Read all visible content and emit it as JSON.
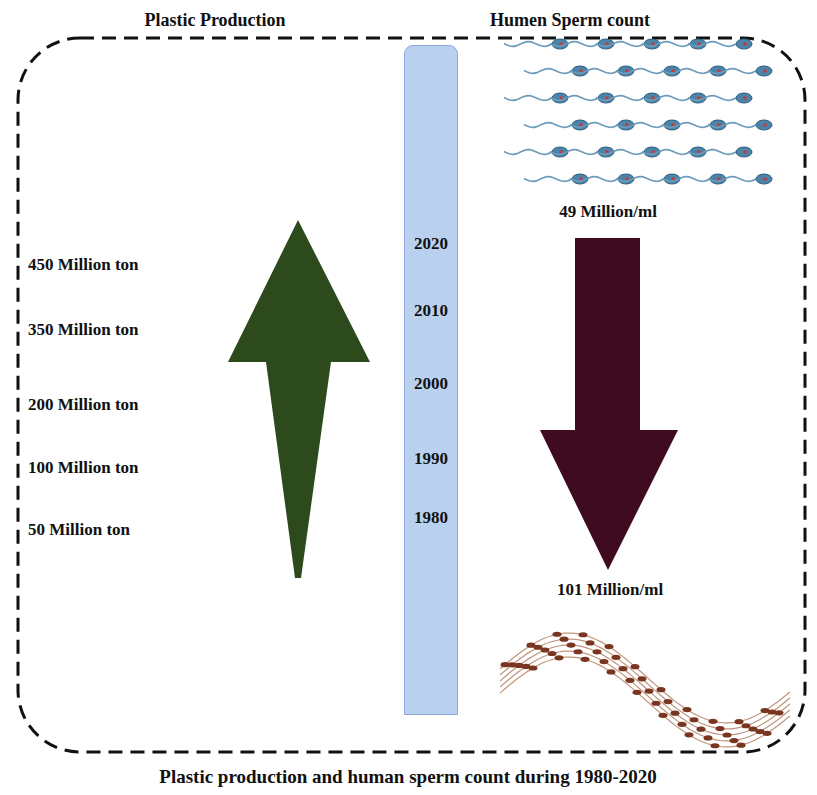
{
  "diagram": {
    "caption": "Plastic production and human sperm count during 1980-2020",
    "nodes": [
      {
        "text": [
          "2020",
          "2010",
          "2000",
          "1990",
          "1980"
        ]
      }
    ],
    "labels": [
      "Plastic Production",
      "Humen Sperm count",
      "450 Million ton",
      "350 Million ton",
      "200 Million ton",
      "100 Million ton",
      "50 Million ton",
      "49 Million/ml",
      "101 Million/ml"
    ]
  }
}
